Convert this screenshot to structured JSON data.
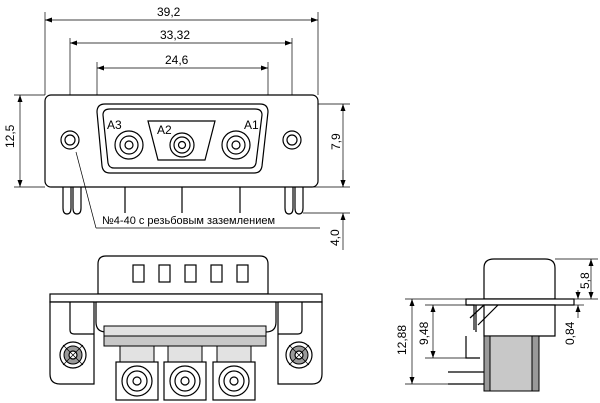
{
  "dimensions": {
    "overall_width": "39,2",
    "mounting_holes": "33,32",
    "shell_width": "24,6",
    "height": "12,5",
    "pin_offset": "7,9",
    "pin_length": "4,0",
    "side_total_height": "12,88",
    "side_mid_height": "9,48",
    "side_top": "5,8",
    "side_small": "0,84"
  },
  "contacts": {
    "a1": "A1",
    "a2": "A2",
    "a3": "A3"
  },
  "note": "№4-40 с резьбовым заземлением"
}
